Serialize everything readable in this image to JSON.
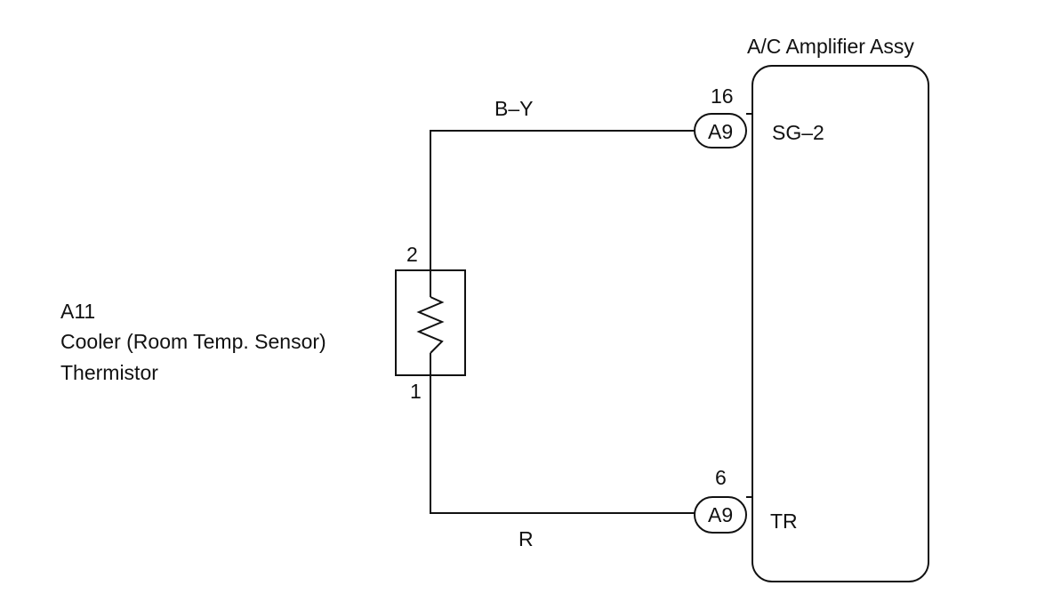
{
  "amplifier": {
    "title": "A/C Amplifier Assy",
    "pins": [
      {
        "number": "16",
        "connector": "A9",
        "signal": "SG–2"
      },
      {
        "number": "6",
        "connector": "A9",
        "signal": "TR"
      }
    ]
  },
  "sensor": {
    "code": "A11",
    "name_line1": "Cooler (Room Temp. Sensor)",
    "name_line2": "Thermistor",
    "pin_top": "2",
    "pin_bottom": "1"
  },
  "wires": {
    "top_color": "B–Y",
    "bottom_color": "R"
  }
}
